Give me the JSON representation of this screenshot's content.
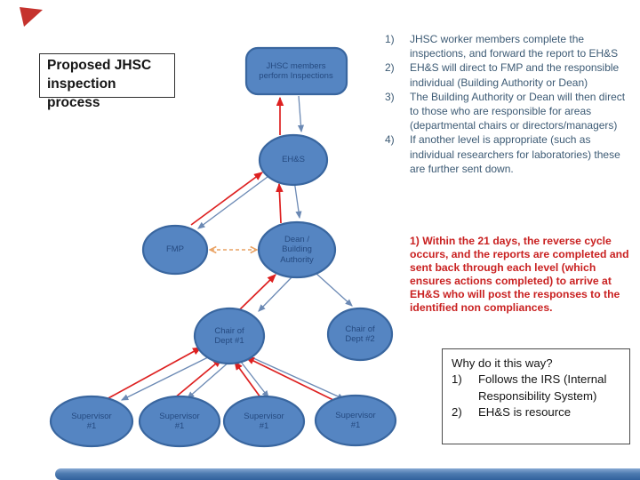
{
  "slide": {
    "title": "Proposed JHSC inspection process",
    "nodes": {
      "jhsc": "JHSC members perform Inspections",
      "ehs": "EH&S",
      "fmp": "FMP",
      "dean": "Dean / Building Authority",
      "chair1": "Chair of Dept #1",
      "chair2": "Chair of Dept #2",
      "sup1": "Supervisor #1",
      "sup2": "Supervisor #1",
      "sup3": "Supervisor #1",
      "sup4": "Supervisor #1"
    },
    "process_list": {
      "items": [
        {
          "num": "1)",
          "text": "JHSC worker members complete the inspections, and forward the report to EH&S"
        },
        {
          "num": "2)",
          "text": "EH&S will direct to FMP and the responsible  individual (Building Authority or Dean)"
        },
        {
          "num": "3)",
          "text": "The Building Authority or Dean will then direct to those who are responsible for areas (departmental chairs or directors/managers)"
        },
        {
          "num": "4)",
          "text": "If another level is appropriate (such as individual researchers for laboratories) these are further sent down."
        }
      ]
    },
    "reverse_cycle_note": "1) Within the 21 days, the reverse cycle occurs, and the reports are completed and sent back through each level (which ensures actions completed) to arrive at EH&S who will post the responses to the identified non compliances.",
    "why_box": {
      "title": "Why do it this way?",
      "items": [
        {
          "num": "1)",
          "text": "Follows the IRS (Internal Responsibility System)"
        },
        {
          "num": "2)",
          "text": "EH&S is resource"
        }
      ]
    },
    "colors": {
      "node_fill": "#5585c2",
      "node_border": "#39669f",
      "node_text": "#254a80",
      "arrow_red": "#dd2020",
      "arrow_blue": "#6b89b4",
      "arrow_orange_dashed": "#e9a263",
      "list_text": "#3c5a74",
      "note_red": "#c92121",
      "footer_bar_blue": "#4d7ab0",
      "corner_triangle_red": "#c5322d"
    }
  }
}
